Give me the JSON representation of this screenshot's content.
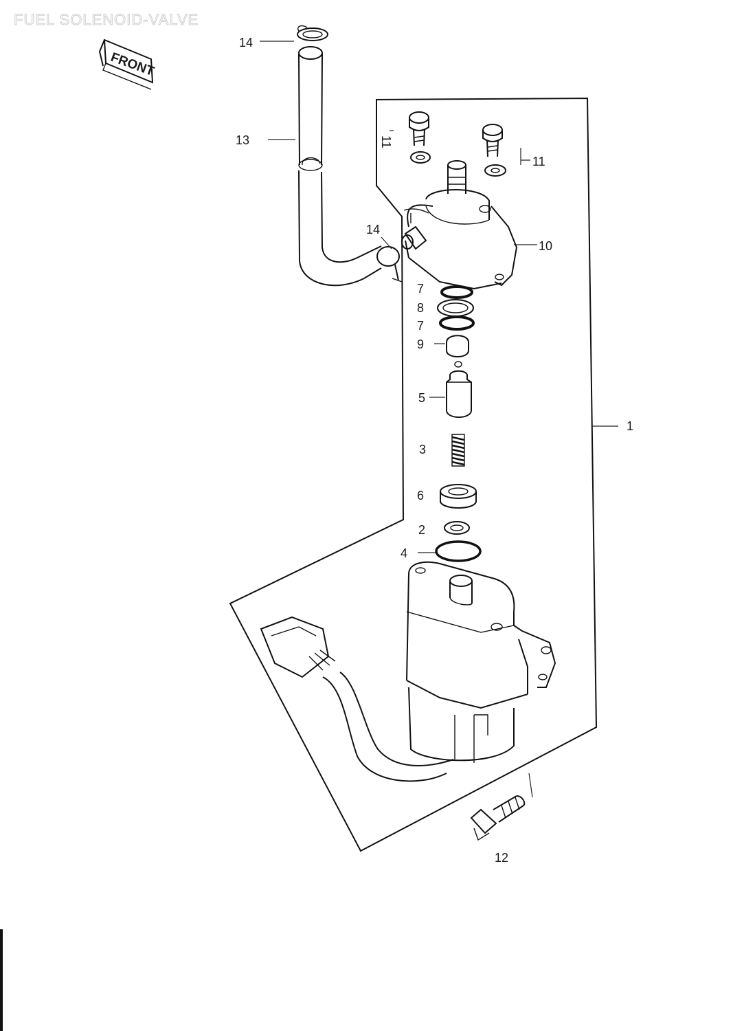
{
  "title": "FUEL SOLENOID-VALVE",
  "front_badge": "FRONT",
  "callouts": {
    "c1": "1",
    "c2": "2",
    "c3": "3",
    "c4": "4",
    "c5": "5",
    "c6": "6",
    "c7a": "7",
    "c7b": "7",
    "c8": "8",
    "c9": "9",
    "c10": "10",
    "c11a": "11",
    "c11b": "11",
    "c12": "12",
    "c13": "13",
    "c14a": "14",
    "c14b": "14"
  }
}
